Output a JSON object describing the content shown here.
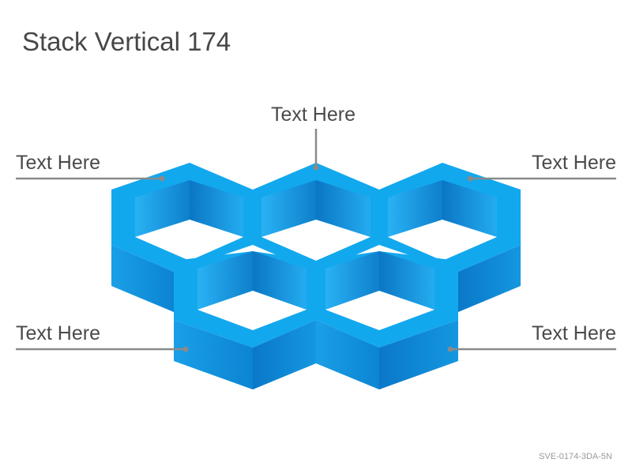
{
  "title": "Stack Vertical 174",
  "labels": {
    "top_center": "Text Here",
    "upper_left": "Text Here",
    "upper_right": "Text Here",
    "lower_left": "Text Here",
    "lower_right": "Text Here"
  },
  "code": "SVE-0174-3DA-5N",
  "colors": {
    "hex_top": "#12a8ee",
    "hex_side_light": "#1aa2e8",
    "hex_side_dark": "#0a7fcf",
    "inner_wall_light": "#2bb4f5",
    "inner_wall_dark": "#0f86d4",
    "leader_line": "#8a8a8a",
    "text": "#4a4a4a"
  }
}
